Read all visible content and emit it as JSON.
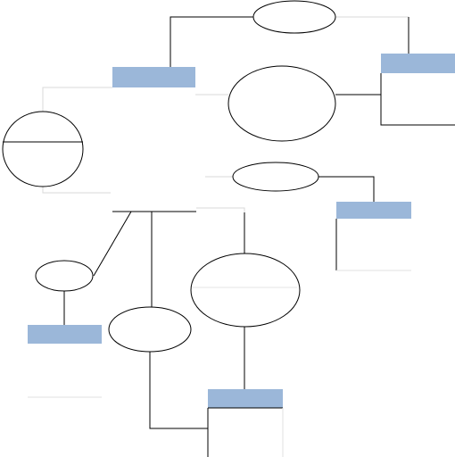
{
  "diagram": {
    "theme": {
      "entity_header_color": "#9bb7d9",
      "line_color": "#000000",
      "background": "#ffffff"
    },
    "entities": [
      {
        "id": "entity-top-right",
        "label": ""
      },
      {
        "id": "entity-top-middle",
        "label": ""
      },
      {
        "id": "entity-middle-right",
        "label": ""
      },
      {
        "id": "entity-bottom-left",
        "label": ""
      },
      {
        "id": "entity-bottom-center",
        "label": ""
      }
    ],
    "ellipses": [
      {
        "id": "ellipse-top",
        "label": ""
      },
      {
        "id": "ellipse-large-upper",
        "label": ""
      },
      {
        "id": "circle-left",
        "label": ""
      },
      {
        "id": "ellipse-middle",
        "label": ""
      },
      {
        "id": "ellipse-small-left",
        "label": ""
      },
      {
        "id": "ellipse-bottom-middle",
        "label": ""
      },
      {
        "id": "ellipse-large-lower",
        "label": ""
      }
    ]
  }
}
